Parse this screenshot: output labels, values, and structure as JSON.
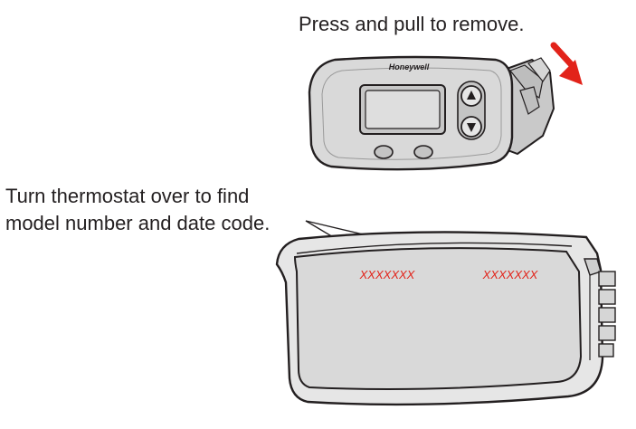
{
  "captions": {
    "remove_instruction": "Press and pull to remove.",
    "find_instruction_line1": "Turn thermostat over to find",
    "find_instruction_line2": "model number and date code."
  },
  "thermostat": {
    "brand": "Honeywell"
  },
  "back_labels": {
    "model_number": "XXXXXXX",
    "date_code": "XXXXXXX"
  },
  "colors": {
    "arrow": "#e2231a",
    "code_text": "#e2231a",
    "body_fill": "#d9d9d9",
    "outline": "#231f20"
  }
}
